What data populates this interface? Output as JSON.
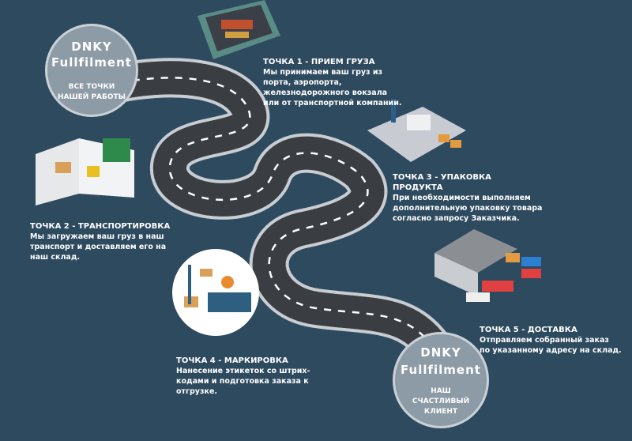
{
  "start": {
    "brand_line1": "DNKY",
    "brand_line2": "Fullfilment",
    "caption": "ВСЕ ТОЧКИ НАШЕЙ РАБОТЫ"
  },
  "end": {
    "brand_line1": "DNKY",
    "brand_line2": "Fullfilment",
    "caption": "НАШ СЧАСТЛИВЫЙ КЛИЕНТ"
  },
  "steps": [
    {
      "title": "ТОЧКА 1 - ПРИЕМ ГРУЗА",
      "text": "Мы принимаем ваш груз из порта, аэропорта, железнодорожного вокзала или от транспортной компании."
    },
    {
      "title": "ТОЧКА 2 - ТРАНСПОРТИРОВКА",
      "text": "Мы загружаем ваш груз в наш транспорт и доставляем его на наш склад."
    },
    {
      "title": "ТОЧКА 3 - УПАКОВКА ПРОДУКТА",
      "text": "При необходимости выполняем дополнительную упаковку товара согласно запросу Заказчика."
    },
    {
      "title": "ТОЧКА 4 - МАРКИРОВКА",
      "text": "Нанесение этикеток со штрих-кодами и подготовка заказа к отгрузке."
    },
    {
      "title": "ТОЧКА 5 - ДОСТАВКА",
      "text": "Отправляем собранный заказ по указанному адресу на склад."
    }
  ],
  "colors": {
    "background": "#2e4a5f",
    "circle": "#8d9ba6",
    "road": "#3a3d42"
  }
}
